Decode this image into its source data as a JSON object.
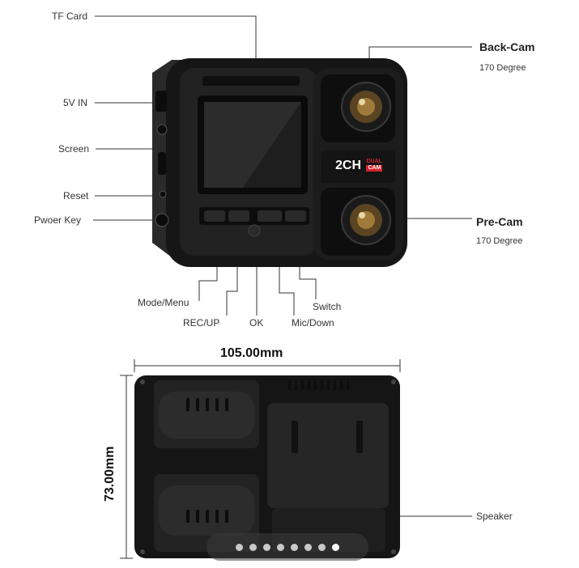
{
  "labels": {
    "tf_card": "TF Card",
    "five_v_in": "5V IN",
    "screen": "Screen",
    "reset": "Reset",
    "power_key": "Pwoer Key",
    "back_cam": "Back-Cam",
    "back_cam_degree": "170 Degree",
    "pre_cam": "Pre-Cam",
    "pre_cam_degree": "170 Degree",
    "mode_menu": "Mode/Menu",
    "rec_up": "REC/UP",
    "ok": "OK",
    "switch": "Switch",
    "mic_down": "Mic/Down",
    "speaker": "Speaker"
  },
  "device_badge": {
    "main": "2CH",
    "small_top": "DUAL",
    "small_bottom": "CAM"
  },
  "dimensions": {
    "width": "105.00mm",
    "height": "73.00mm"
  },
  "carousel": {
    "count": 8,
    "active_index": 7
  },
  "colors": {
    "body": "#1b1b1b",
    "accent_red": "#d4232b",
    "lens_gold": "#a07a3a"
  }
}
